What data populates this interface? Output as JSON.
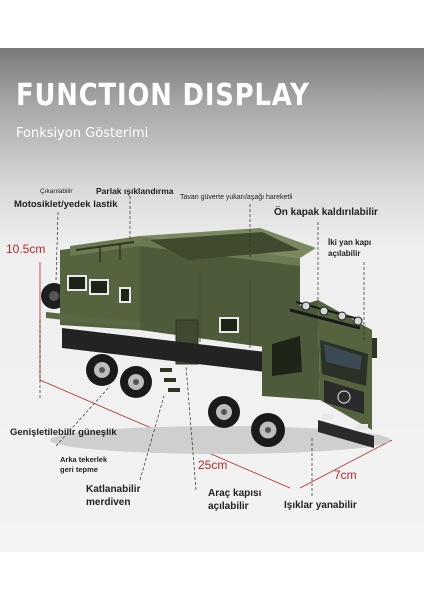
{
  "headline": "FUNCTION DISPLAY",
  "subheadline": "Fonksiyon Gösterimi",
  "labels": {
    "removable": "Çıkarılabilir",
    "motorcycle": "Motosiklet/yedek lastik",
    "bright_light": "Parlak ışıklandırma",
    "roof_deck": "Tavan güverte yukarı/aşağı hareketli",
    "front_cover": "Ön kapak kaldırılabilir",
    "two_doors_1": "İki yan kapı",
    "two_doors_2": "açılabilir",
    "awning": "Genişletilebilir güneşlik",
    "rear_wheel_1": "Arka tekerlek",
    "rear_wheel_2": "geri tepme",
    "stairs_1": "Katlanabilir",
    "stairs_2": "merdiven",
    "vehicle_door_1": "Araç kapısı",
    "vehicle_door_2": "açılabilir",
    "lights": "Işıklar yanabilir"
  },
  "dimensions": {
    "height": "10.5cm",
    "length": "25cm",
    "width": "7cm"
  },
  "colors": {
    "body_green": "#4d5b3a",
    "dimension_red": "#b02a2a",
    "accent_white": "#ffffff"
  }
}
